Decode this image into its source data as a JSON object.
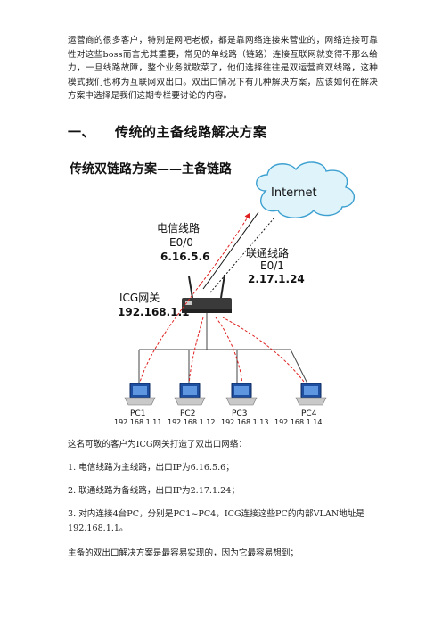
{
  "intro_paragraph": "运营商的很多客户，特别是网吧老板，都是靠网络连接来营业的，网络连接可靠性对这些boss而言尤其重要，常见的单线路（链路）连接互联网就变得不那么给力，一旦线路故障，整个业务就歇菜了，他们选择往往是双运营商双线路，这种模式我们也称为互联网双出口。双出口情况下有几种解决方案，应该如何在解决方案中选择是我们这期专栏要讨论的内容。",
  "section": {
    "number": "一、",
    "title": "传统的主备线路解决方案"
  },
  "diagram": {
    "title": "传统双链路方案——主备链路",
    "cloud_label": "Internet",
    "telecom": {
      "name": "电信线路",
      "port": "E0/0",
      "ip": "6.16.5.6"
    },
    "unicom": {
      "name": "联通线路",
      "port": "E0/1",
      "ip": "2.17.1.24"
    },
    "gateway": {
      "name": "ICG网关",
      "ip": "192.168.1.1"
    },
    "pcs": [
      {
        "name": "PC1",
        "ip": "192.168.1.11"
      },
      {
        "name": "PC2",
        "ip": "192.168.1.12"
      },
      {
        "name": "PC3",
        "ip": "192.168.1.13"
      },
      {
        "name": "PC4",
        "ip": "192.168.1.14"
      }
    ],
    "colors": {
      "cloud_fill": "#dff3fb",
      "cloud_stroke": "#3ca0d0",
      "arrow": "#e02020",
      "laptop": "#1f4fa0"
    }
  },
  "after_diagram": "这名可敬的客户为ICG网关打造了双出口网络：",
  "list": [
    "1. 电信线路为主线路，出口IP为6.16.5.6；",
    "2. 联通线路为备线路，出口IP为2.17.1.24；",
    "3. 对内连接4台PC，分别是PC1~PC4，ICG连接这些PC的内部VLAN地址是192.168.1.1。"
  ],
  "closing": "主备的双出口解决方案是最容易实现的，因为它最容易想到；"
}
